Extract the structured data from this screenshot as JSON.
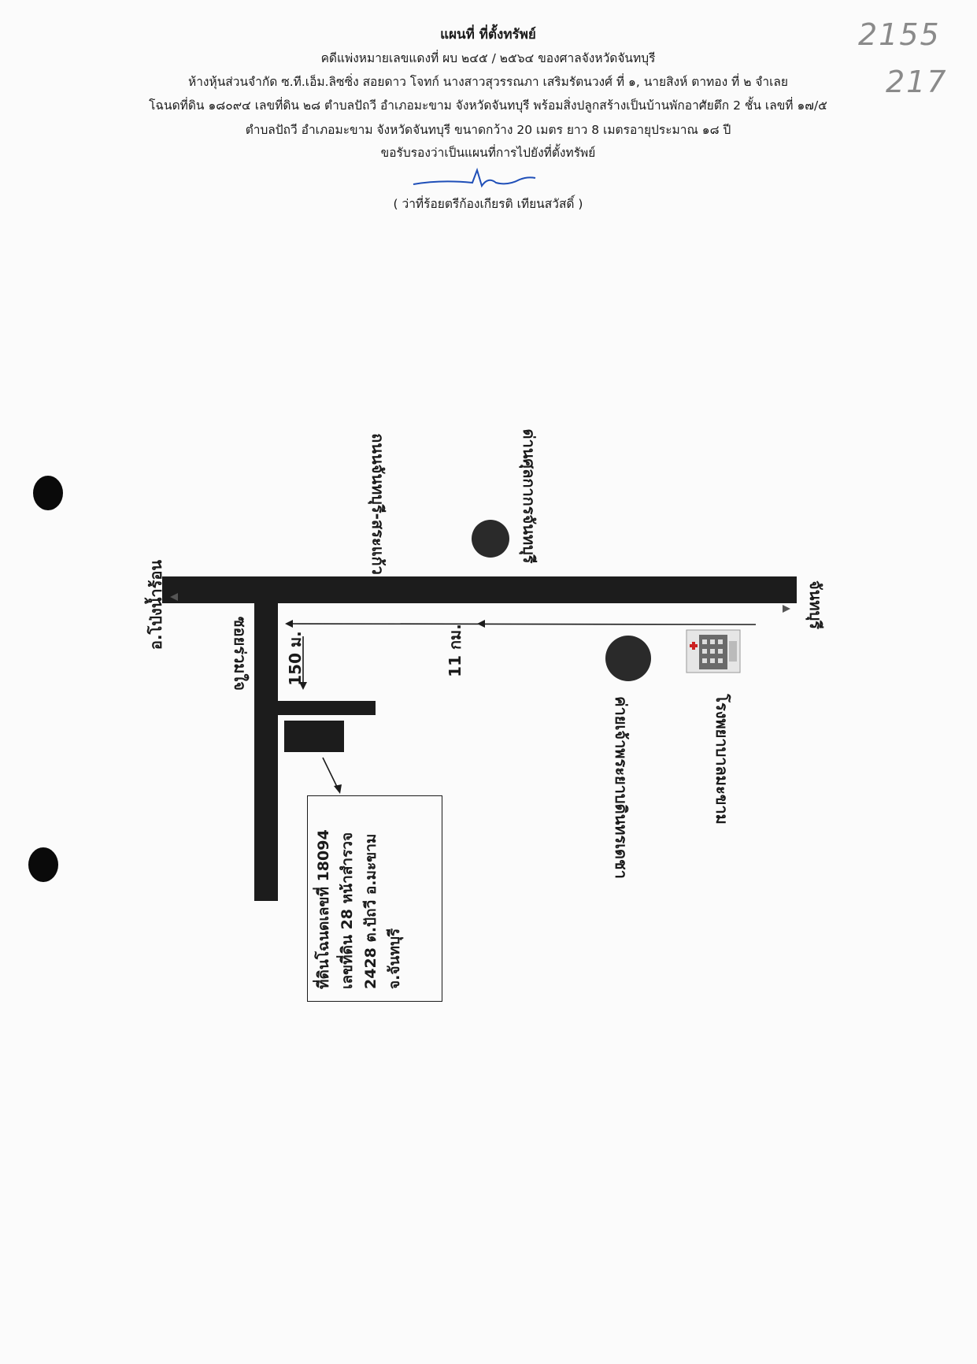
{
  "document": {
    "title": "แผนที่ ที่ตั้งทรัพย์",
    "lines": [
      "คดีแพ่งหมายเลขแดงที่ ผบ ๒๔๕ / ๒๕๖๔ ของศาลจังหวัดจันทบุรี",
      "ห้างหุ้นส่วนจำกัด ซ.ที.เอ็ม.ลิซซิ่ง สอยดาว โจทก์ นางสาวสุวรรณภา เสริมรัตนวงศ์ ที่ ๑, นายสิงห์ ตาทอง ที่ ๒ จำเลย",
      "โฉนดที่ดิน ๑๘๐๙๔ เลขที่ดิน ๒๘ ตำบลปัถวี อำเภอมะขาม จังหวัดจันทบุรี พร้อมสิ่งปลูกสร้างเป็นบ้านพักอาศัยตึก 2 ชั้น เลขที่ ๑๗/๕",
      "ตำบลปัถวี อำเภอมะขาม จังหวัดจันทบุรี ขนาดกว้าง 20 เมตร ยาว 8 เมตรอายุประมาณ ๑๘ ปี",
      "ขอรับรองว่าเป็นแผนที่การไปยังที่ตั้งทรัพย์"
    ],
    "certifier": "( ว่าที่ร้อยตรีก้องเกียรติ เทียนสวัสดิ์ )",
    "handwritten": [
      "2155",
      "217"
    ]
  },
  "map": {
    "labels": {
      "pong_nam_ron": "อ.โป่งน้ำร้อน",
      "chanthaburi": "จันทบุรี",
      "main_road": "ถนนจันทบุรี-สระแก้ว",
      "customs": "ด่านศุลกากรจันทบุรี",
      "camp": "ค่ายเจ้าพระยาบดินทรเดชา",
      "hospital": "โรงพยาบาลมะขาม",
      "soi": "ซอยร่วมใจ",
      "dist_11": "11 กม.",
      "dist_150": "150 ม."
    },
    "property_box": [
      "ที่ดินโฉนดเลขที่ 18094",
      "เลขที่ดิน 28 หน้าสำรวจ",
      "2428 ต.ปัถวี อ.มะขาม",
      "จ.จันทบุรี"
    ]
  },
  "colors": {
    "road": "#1c1c1c",
    "ink_signature": "#1f4fb8",
    "handwriting": "#8a8a8a"
  }
}
